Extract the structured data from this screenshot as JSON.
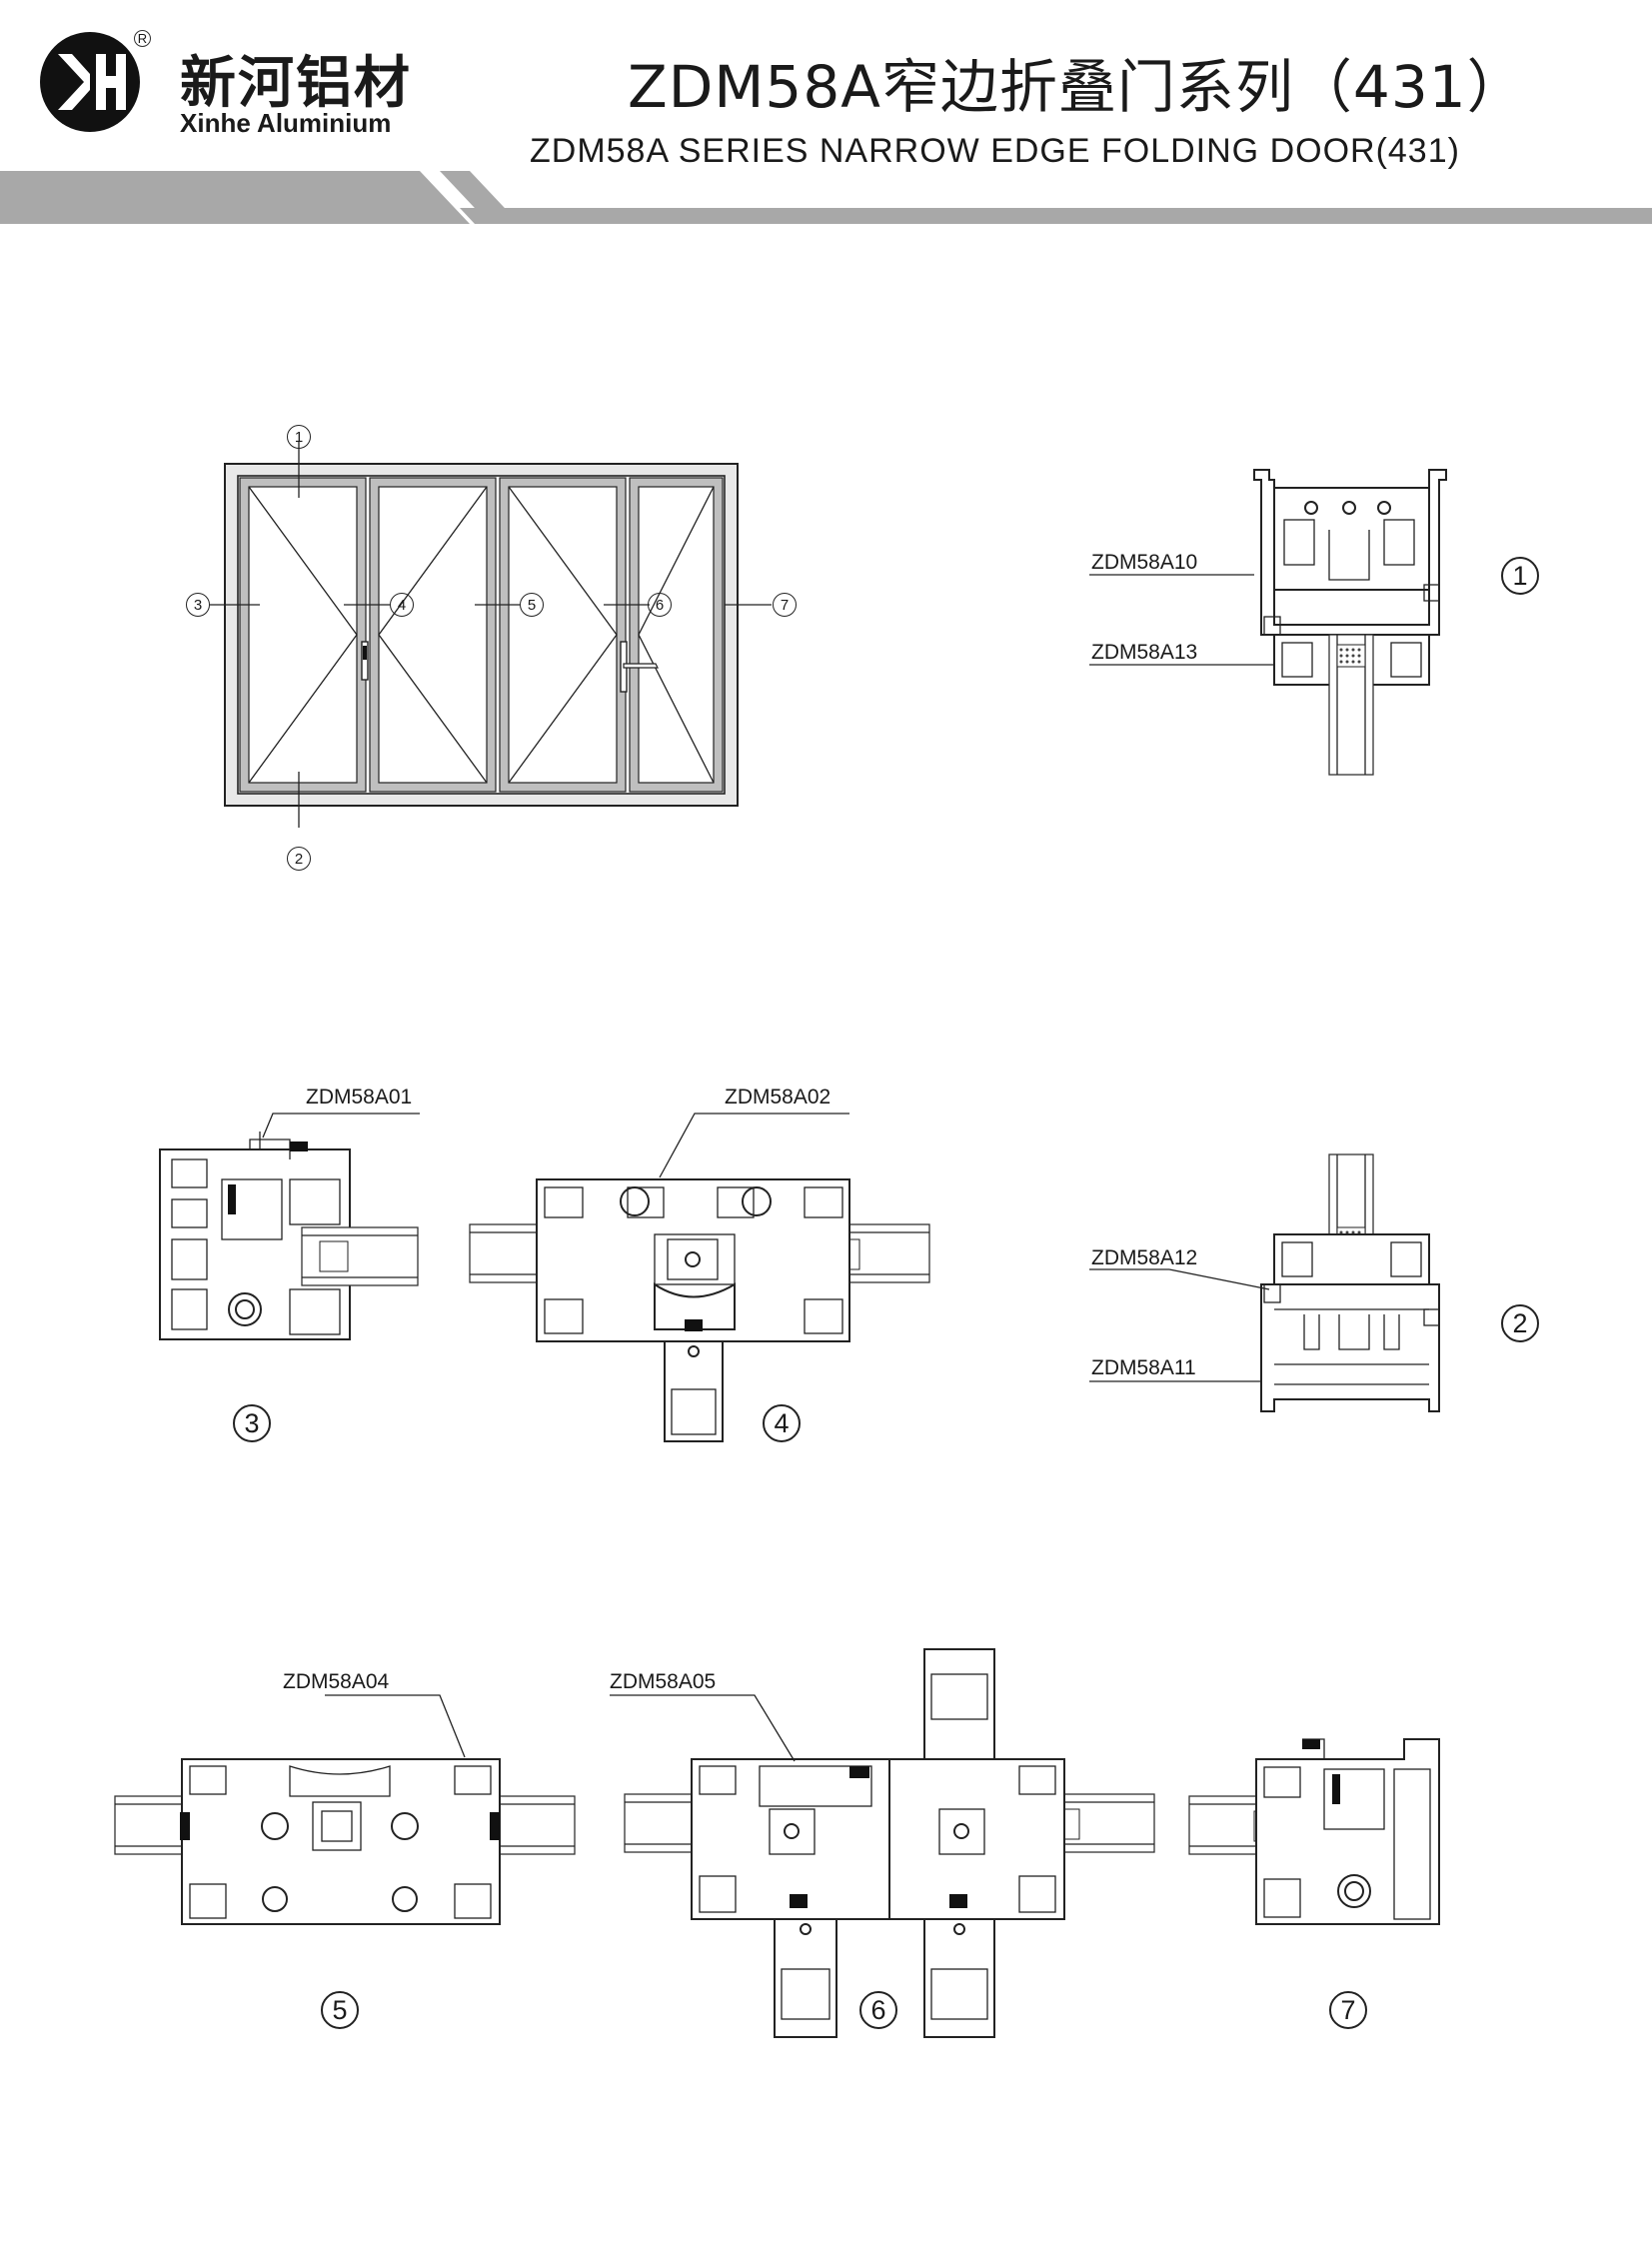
{
  "brand": {
    "name_cn": "新河铝材",
    "name_en": "Xinhe Aluminium",
    "logo_letters": "XH",
    "registered_mark": "R"
  },
  "title": {
    "cn": "ZDM58A窄边折叠门系列（431）",
    "en": "ZDM58A SERIES NARROW EDGE FOLDING DOOR(431)"
  },
  "colors": {
    "header_bar": "#a8a8a8",
    "line": "#222222",
    "frame_fill": "#e8e8e8"
  },
  "elevation": {
    "callouts": [
      "1",
      "2",
      "3",
      "4",
      "5",
      "6",
      "7"
    ]
  },
  "sections": {
    "s1": {
      "number": "1",
      "parts": [
        "ZDM58A10",
        "ZDM58A13"
      ]
    },
    "s2": {
      "number": "2",
      "parts": [
        "ZDM58A12",
        "ZDM58A11"
      ]
    },
    "s3": {
      "number": "3",
      "parts": [
        "ZDM58A01"
      ]
    },
    "s4": {
      "number": "4",
      "parts": [
        "ZDM58A02"
      ]
    },
    "s5": {
      "number": "5",
      "parts": [
        "ZDM58A04"
      ]
    },
    "s6": {
      "number": "6",
      "parts": [
        "ZDM58A05"
      ]
    },
    "s7": {
      "number": "7",
      "parts": []
    }
  }
}
